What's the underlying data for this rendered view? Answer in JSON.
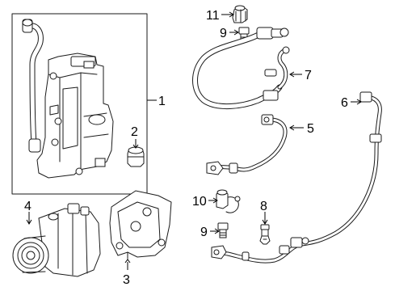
{
  "diagram": {
    "callouts": [
      {
        "id": "1",
        "label": "1"
      },
      {
        "id": "2",
        "label": "2"
      },
      {
        "id": "3",
        "label": "3"
      },
      {
        "id": "4",
        "label": "4"
      },
      {
        "id": "5",
        "label": "5"
      },
      {
        "id": "6",
        "label": "6"
      },
      {
        "id": "7",
        "label": "7"
      },
      {
        "id": "8",
        "label": "8"
      },
      {
        "id": "9a",
        "label": "9"
      },
      {
        "id": "9b",
        "label": "9"
      },
      {
        "id": "10",
        "label": "10"
      },
      {
        "id": "11",
        "label": "11"
      }
    ],
    "parts": [
      {
        "id": "reservoir-assembly",
        "icon": "reservoir-icon",
        "callout": "1"
      },
      {
        "id": "grommet",
        "icon": "grommet-icon",
        "callout": "2"
      },
      {
        "id": "mounting-bracket",
        "icon": "bracket-icon",
        "callout": "3"
      },
      {
        "id": "ac-compressor",
        "icon": "compressor-icon",
        "callout": "4"
      },
      {
        "id": "ac-line-5",
        "icon": "pipe-icon",
        "callout": "5"
      },
      {
        "id": "ac-line-6",
        "icon": "pipe-icon",
        "callout": "6"
      },
      {
        "id": "ac-hose-7",
        "icon": "hose-icon",
        "callout": "7"
      },
      {
        "id": "pressure-sensor",
        "icon": "sensor-icon",
        "callout": "8"
      },
      {
        "id": "valve-core-upper",
        "icon": "valve-icon",
        "callout": "9a"
      },
      {
        "id": "valve-core-lower",
        "icon": "valve-icon",
        "callout": "9b"
      },
      {
        "id": "service-cap-lower",
        "icon": "cap-icon",
        "callout": "10"
      },
      {
        "id": "service-cap-upper",
        "icon": "cap-icon",
        "callout": "11"
      }
    ]
  }
}
